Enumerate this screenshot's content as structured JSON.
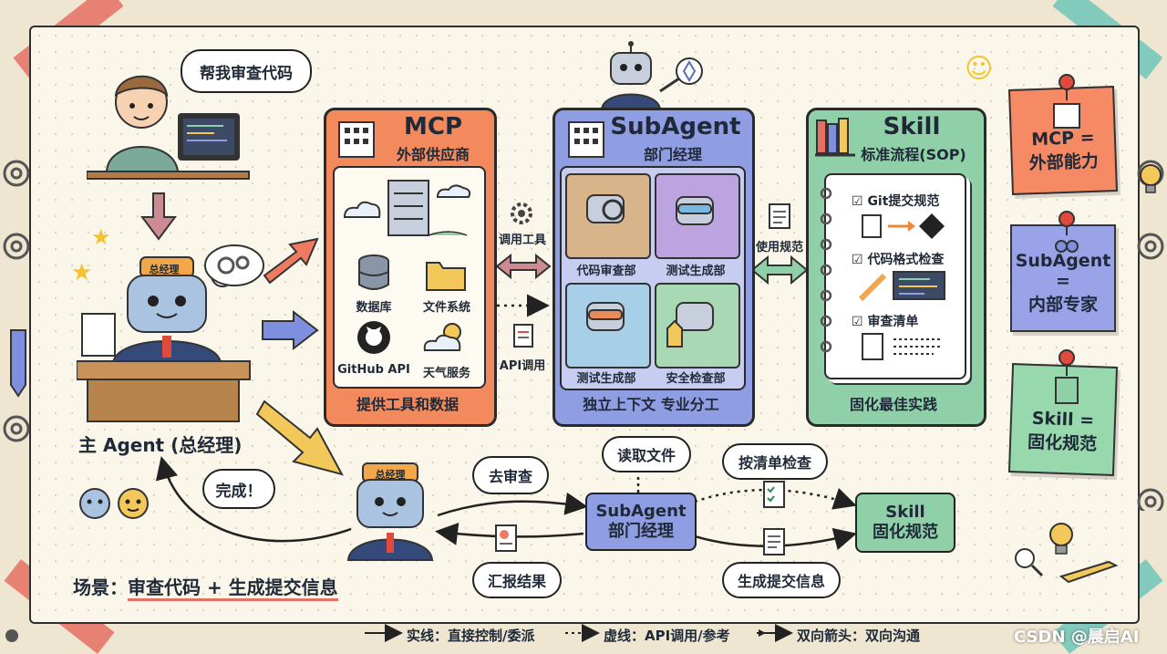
{
  "speech": {
    "user_request": "帮我审查代码",
    "done": "完成！",
    "go_review": "去审查",
    "read_file": "读取文件",
    "check_by_list": "按清单检查",
    "report": "汇报结果",
    "gen_commit": "生成提交信息"
  },
  "main_agent": {
    "hat_label": "总经理",
    "caption": "主 Agent (总经理)"
  },
  "mcp": {
    "title": "MCP",
    "subtitle": "外部供应商",
    "items": [
      "数据库",
      "文件系统",
      "GitHub API",
      "天气服务"
    ],
    "footer": "提供工具和数据"
  },
  "subagent": {
    "title": "SubAgent",
    "subtitle": "部门经理",
    "cells": [
      "代码审查部",
      "测试生成部",
      "测试生成部",
      "安全检查部"
    ],
    "footer": "独立上下文 专业分工"
  },
  "skill": {
    "title": "Skill",
    "subtitle": "标准流程(SOP)",
    "checks": [
      "Git提交规范",
      "代码格式检查",
      "审查清单"
    ],
    "footer": "固化最佳实践"
  },
  "connectors": {
    "call_tools": "调用工具",
    "api_call": "API调用",
    "use_spec": "使用规范"
  },
  "notes": {
    "mcp_line1": "MCP =",
    "mcp_line2": "外部能力",
    "sub_line1": "SubAgent =",
    "sub_line2": "内部专家",
    "skill_line1": "Skill =",
    "skill_line2": "固化规范"
  },
  "flow": {
    "hat_label": "总经理",
    "sub_line1": "SubAgent",
    "sub_line2": "部门经理",
    "skill_line1": "Skill",
    "skill_line2": "固化规范"
  },
  "scene": {
    "prefix": "场景：",
    "highlight": "审查代码 + 生成提交信息"
  },
  "legend": {
    "solid": "实线：直接控制/委派",
    "dotted": "虚线：API调用/参考",
    "double": "双向箭头：双向沟通"
  },
  "watermark": "CSDN @晨启AI",
  "colors": {
    "mcp": "#f28a5e",
    "subagent": "#8f9de3",
    "skill": "#8fd0a8",
    "note_mcp": "#f58a64",
    "note_sub": "#9aa3e8",
    "note_skill": "#98d8ad",
    "arrow_red": "#f07a60",
    "arrow_blue": "#7e8fe0",
    "arrow_yellow": "#f2c85b",
    "arrow_pink": "#cc8a94"
  }
}
